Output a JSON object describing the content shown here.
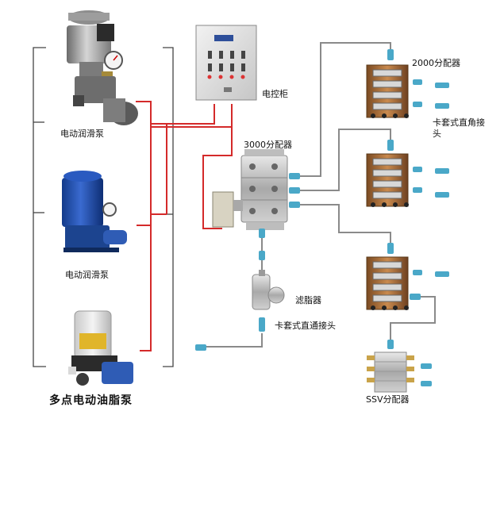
{
  "labels": {
    "pump1": "电动润滑泵",
    "pump2": "电动润滑泵",
    "pump3": "多点电动油脂泵",
    "control_cabinet": "电控柜",
    "distributor_3000": "3000分配器",
    "distributor_2000": "2000分配器",
    "elbow_connector": "卡套式直角接头",
    "filter": "滤脂器",
    "straight_connector": "卡套式直通接头",
    "ssv_distributor": "SSV分配器"
  },
  "colors": {
    "supply_line": "#d42a2a",
    "distribution_line": "#8a8a8a",
    "bracket": "#444444",
    "block_brass": "#b0703a",
    "pump_blue": "#1d4fb3",
    "connector_cyan": "#4aa8c8"
  },
  "icons": {
    "pump1": "gear-pump-icon",
    "pump2": "blue-pump-icon",
    "pump3": "grease-pump-icon",
    "cabinet": "control-cabinet-icon",
    "valve": "valve-icon",
    "filter": "filter-icon"
  }
}
